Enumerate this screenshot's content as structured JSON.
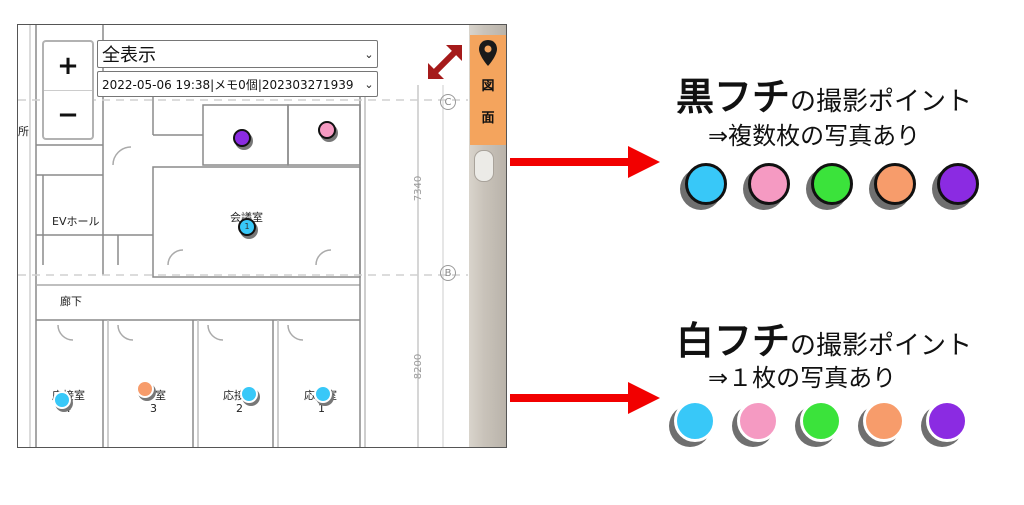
{
  "map": {
    "zoom_in_label": "+",
    "zoom_out_label": "−",
    "view_select_value": "全表示",
    "record_select_value": "2022-05-06 19:38|メモ0個|202303271939",
    "side_tab_labels": [
      "図",
      "面"
    ],
    "room_labels": {
      "ev_hall": "EVホール",
      "meeting_room": "会議室",
      "corridor": "廊下",
      "reception_4_a": "応接室",
      "reception_4_b": "4",
      "reception_3_a": "室",
      "reception_3_b": "3",
      "reception_2_a": "応接",
      "reception_2_b": "2",
      "reception_1_a": "応接室",
      "reception_1_b": "1",
      "cut_left": "所"
    },
    "grid_marks": [
      "C",
      "B"
    ],
    "dimensions": [
      "7340",
      "8200"
    ],
    "marker_numbers": [
      "1"
    ],
    "markers": [
      {
        "name": "purple-black",
        "color": "#8b2be2",
        "ring": "black"
      },
      {
        "name": "pink-black",
        "color": "#f59ac2",
        "ring": "black"
      },
      {
        "name": "cyan-meeting",
        "color": "#38c8f8",
        "ring": "black"
      },
      {
        "name": "cyan-reception-4",
        "color": "#38c8f8",
        "ring": "white"
      },
      {
        "name": "orange-reception-3",
        "color": "#f79c6b",
        "ring": "white"
      },
      {
        "name": "cyan-reception-2",
        "color": "#38c8f8",
        "ring": "white"
      },
      {
        "name": "cyan-reception-1",
        "color": "#38c8f8",
        "ring": "white"
      }
    ]
  },
  "legend": {
    "black": {
      "title_big": "黒フチ",
      "title_rest": "の撮影ポイント",
      "subtitle": "⇒複数枚の写真あり",
      "colors": [
        "#38c8f8",
        "#f59ac2",
        "#3be33b",
        "#f79c6b",
        "#8b2be2"
      ]
    },
    "white": {
      "title_big": "白フチ",
      "title_rest": "の撮影ポイント",
      "subtitle": "⇒１枚の写真あり",
      "colors": [
        "#38c8f8",
        "#f59ac2",
        "#3be33b",
        "#f79c6b",
        "#8b2be2"
      ]
    }
  },
  "colors": {
    "arrow": "#f20000",
    "side_tab": "#f4a45d",
    "expand_icon": "#a51a1a"
  }
}
